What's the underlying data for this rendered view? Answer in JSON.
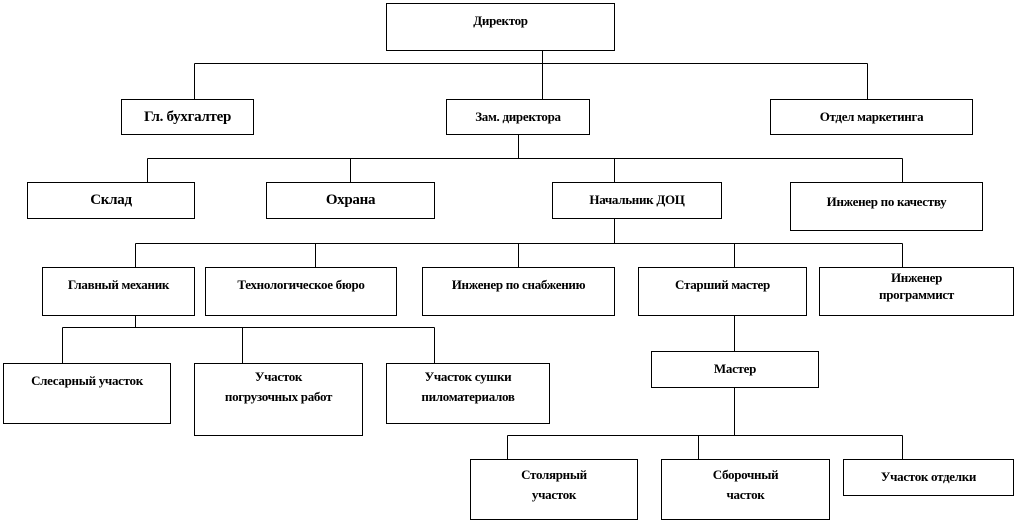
{
  "org_chart": {
    "director": "Директор",
    "chief_accountant": "Гл. бухгалтер",
    "deputy_director": "Зам. директора",
    "marketing": "Отдел маркетинга",
    "warehouse": "Склад",
    "security": "Охрана",
    "doc_head": "Начальник  ДОЦ",
    "quality_engineer": "Инженер по качеству",
    "chief_mechanic": "Главный механик",
    "tech_bureau": "Технологическое  бюро",
    "supply_engineer": "Инженер по снабжению",
    "senior_master": "Старший мастер",
    "programmer_engineer": "Инженер\nпрограммист",
    "locksmith_section": "Слесарный участок",
    "loading_section": "Участок\nпогрузочных  работ",
    "drying_section": "Участок сушки\nпиломатериалов",
    "master": "Мастер",
    "joinery_section": "Столярный\nучасток",
    "assembly_section": "Сборочный\nчасток",
    "finishing_section": "Участок отделки"
  }
}
